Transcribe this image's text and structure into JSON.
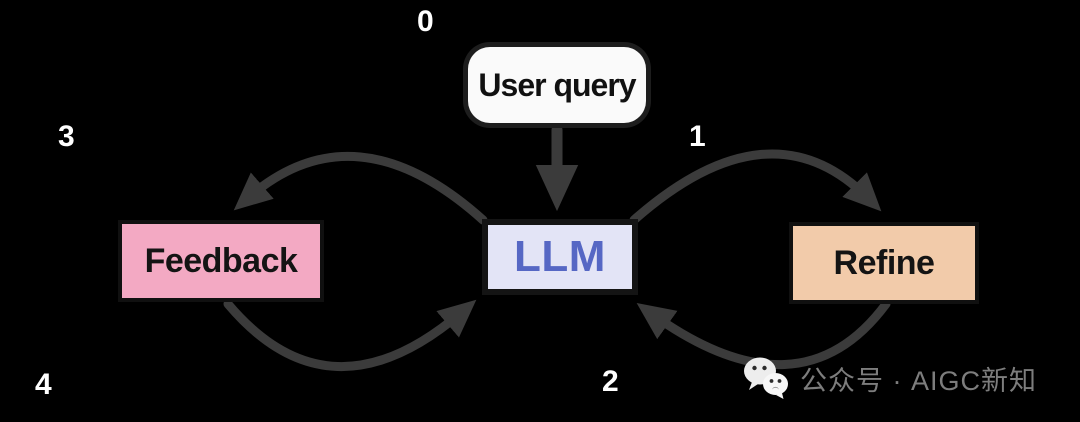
{
  "colors": {
    "background": "#000000",
    "arrow": "#3b3b3b",
    "step_label": "#ffffff",
    "watermark_text": "#7d7d7d"
  },
  "diagram": {
    "nodes": {
      "user_query": {
        "label": "User query",
        "bg": "#fafafa",
        "fg": "#111111"
      },
      "llm": {
        "label": "LLM",
        "bg": "#e3e4f6",
        "fg": "#5667c4"
      },
      "feedback": {
        "label": "Feedback",
        "bg": "#f3a9c3",
        "fg": "#141414"
      },
      "refine": {
        "label": "Refine",
        "bg": "#f2cbaa",
        "fg": "#141414"
      }
    },
    "steps": {
      "s0": {
        "value": "0"
      },
      "s1": {
        "value": "1"
      },
      "s2": {
        "value": "2"
      },
      "s3": {
        "value": "3"
      },
      "s4": {
        "value": "4"
      }
    },
    "edges": [
      {
        "from": "User query",
        "to": "LLM",
        "step": "0"
      },
      {
        "from": "LLM",
        "to": "Refine",
        "step": "1"
      },
      {
        "from": "Refine",
        "to": "LLM",
        "step": "2"
      },
      {
        "from": "LLM",
        "to": "Feedback",
        "step": "3"
      },
      {
        "from": "Feedback",
        "to": "LLM",
        "step": "4"
      }
    ]
  },
  "watermark": {
    "icon": "wechat-icon",
    "text": "公众号 · AIGC新知"
  }
}
